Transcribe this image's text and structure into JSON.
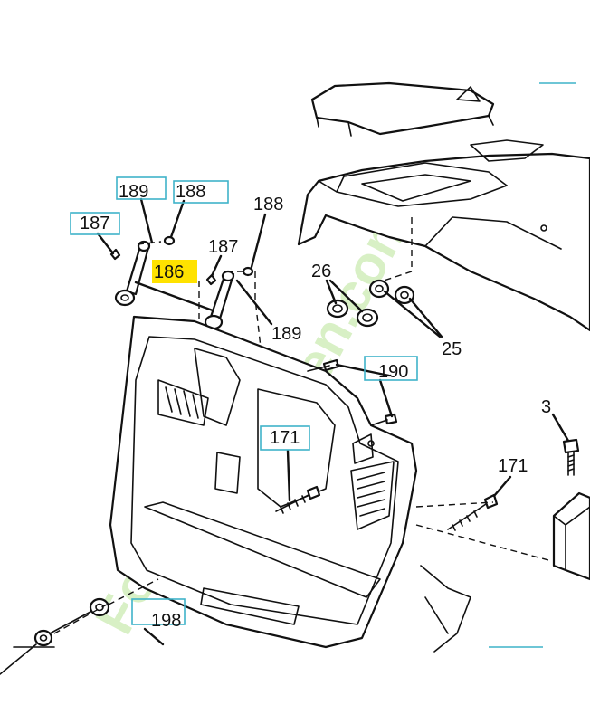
{
  "callouts": {
    "c189a": "189",
    "c188a": "188",
    "c187a": "187",
    "c188b": "188",
    "c187b": "187",
    "c186": "186",
    "c189b": "189",
    "c26": "26",
    "c25": "25",
    "c190": "190",
    "c171a": "171",
    "c3": "3",
    "c171b": "171",
    "c198": "198"
  },
  "highlighted_part": "186",
  "colors": {
    "callout_box": "#3fb3c9",
    "highlight": "#ffe200",
    "watermark_green": "#9bd86a",
    "watermark_orange": "#f2a25b"
  }
}
